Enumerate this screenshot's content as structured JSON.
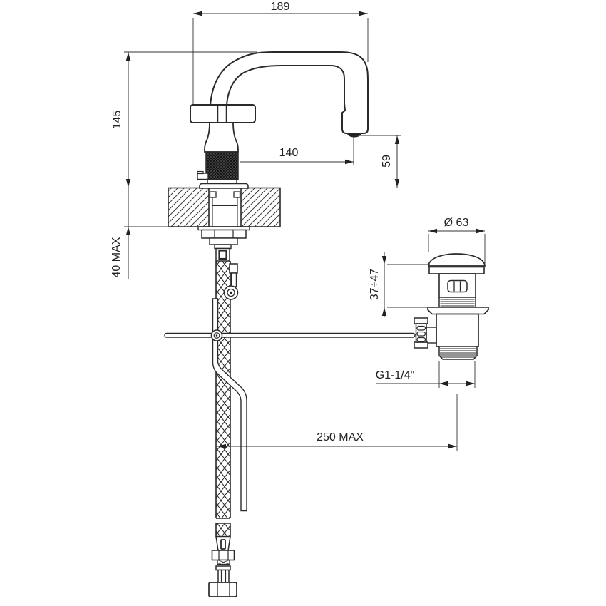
{
  "drawing": {
    "type": "technical-dimension-drawing",
    "subject": "single-lever basin mixer tap with pop-up waste, side view",
    "dimensions": {
      "overall_depth": "189",
      "spout_height": "145",
      "spout_reach": "140",
      "spout_to_deck": "59",
      "deck_max_thickness": "40 MAX",
      "waste_cap_diameter": "Ø 63",
      "waste_adjustment": "37÷47",
      "waste_thread": "G1-1/4\"",
      "hose_projection": "250 MAX"
    }
  }
}
